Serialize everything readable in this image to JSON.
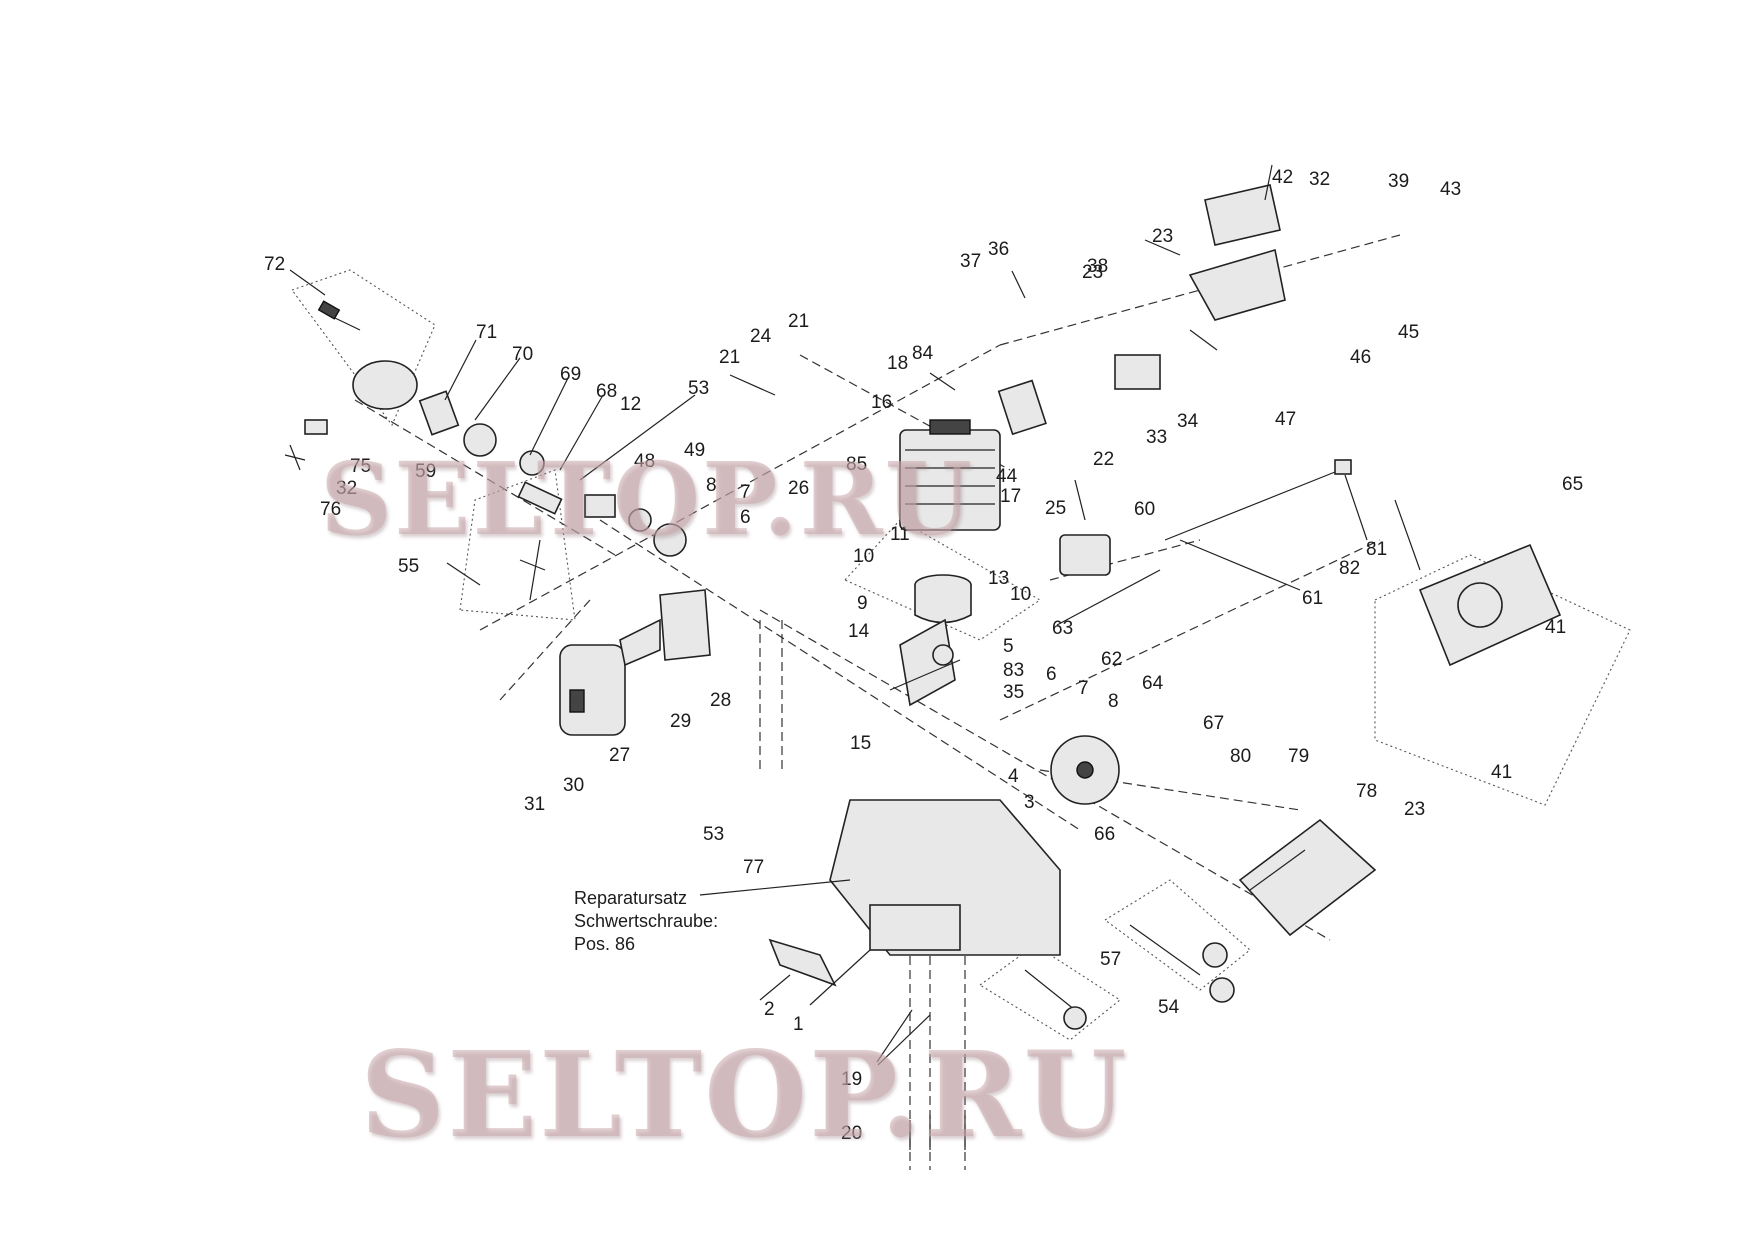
{
  "callouts": [
    {
      "id": "c72",
      "text": "72"
    },
    {
      "id": "c71",
      "text": "71"
    },
    {
      "id": "c70",
      "text": "70"
    },
    {
      "id": "c69",
      "text": "69"
    },
    {
      "id": "c68",
      "text": "68"
    },
    {
      "id": "c12",
      "text": "12"
    },
    {
      "id": "c53a",
      "text": "53"
    },
    {
      "id": "c48",
      "text": "48"
    },
    {
      "id": "c49",
      "text": "49"
    },
    {
      "id": "c8a",
      "text": "8"
    },
    {
      "id": "c7a",
      "text": "7"
    },
    {
      "id": "c6a",
      "text": "6"
    },
    {
      "id": "c75",
      "text": "75"
    },
    {
      "id": "c32a",
      "text": "32"
    },
    {
      "id": "c76",
      "text": "76"
    },
    {
      "id": "c59",
      "text": "59"
    },
    {
      "id": "c55",
      "text": "55"
    },
    {
      "id": "c21a",
      "text": "21"
    },
    {
      "id": "c21b",
      "text": "21"
    },
    {
      "id": "c24",
      "text": "24"
    },
    {
      "id": "c18",
      "text": "18"
    },
    {
      "id": "c84",
      "text": "84"
    },
    {
      "id": "c16",
      "text": "16"
    },
    {
      "id": "c37",
      "text": "37"
    },
    {
      "id": "c36",
      "text": "36"
    },
    {
      "id": "c23a",
      "text": "23"
    },
    {
      "id": "c23b",
      "text": "23"
    },
    {
      "id": "c42",
      "text": "42"
    },
    {
      "id": "c32b",
      "text": "32"
    },
    {
      "id": "c39",
      "text": "39"
    },
    {
      "id": "c43",
      "text": "43"
    },
    {
      "id": "c38",
      "text": "38"
    },
    {
      "id": "c46",
      "text": "46"
    },
    {
      "id": "c45",
      "text": "45"
    },
    {
      "id": "c47",
      "text": "47"
    },
    {
      "id": "c34",
      "text": "34"
    },
    {
      "id": "c33",
      "text": "33"
    },
    {
      "id": "c22",
      "text": "22"
    },
    {
      "id": "c85",
      "text": "85"
    },
    {
      "id": "c26",
      "text": "26"
    },
    {
      "id": "c44",
      "text": "44"
    },
    {
      "id": "c17",
      "text": "17"
    },
    {
      "id": "c25",
      "text": "25"
    },
    {
      "id": "c11",
      "text": "11"
    },
    {
      "id": "c10a",
      "text": "10"
    },
    {
      "id": "c10b",
      "text": "10"
    },
    {
      "id": "c13",
      "text": "13"
    },
    {
      "id": "c9",
      "text": "9"
    },
    {
      "id": "c60",
      "text": "60"
    },
    {
      "id": "c65",
      "text": "65"
    },
    {
      "id": "c81",
      "text": "81"
    },
    {
      "id": "c82",
      "text": "82"
    },
    {
      "id": "c61",
      "text": "61"
    },
    {
      "id": "c63",
      "text": "63"
    },
    {
      "id": "c62",
      "text": "62"
    },
    {
      "id": "c64",
      "text": "64"
    },
    {
      "id": "c41a",
      "text": "41"
    },
    {
      "id": "c41b",
      "text": "41"
    },
    {
      "id": "c14",
      "text": "14"
    },
    {
      "id": "c5",
      "text": "5"
    },
    {
      "id": "c83",
      "text": "83"
    },
    {
      "id": "c35",
      "text": "35"
    },
    {
      "id": "c6b",
      "text": "6"
    },
    {
      "id": "c7b",
      "text": "7"
    },
    {
      "id": "c8b",
      "text": "8"
    },
    {
      "id": "c28",
      "text": "28"
    },
    {
      "id": "c29",
      "text": "29"
    },
    {
      "id": "c27",
      "text": "27"
    },
    {
      "id": "c30",
      "text": "30"
    },
    {
      "id": "c31",
      "text": "31"
    },
    {
      "id": "c15",
      "text": "15"
    },
    {
      "id": "c4",
      "text": "4"
    },
    {
      "id": "c3",
      "text": "3"
    },
    {
      "id": "c67",
      "text": "67"
    },
    {
      "id": "c80",
      "text": "80"
    },
    {
      "id": "c79",
      "text": "79"
    },
    {
      "id": "c78",
      "text": "78"
    },
    {
      "id": "c23c",
      "text": "23"
    },
    {
      "id": "c66",
      "text": "66"
    },
    {
      "id": "c53b",
      "text": "53"
    },
    {
      "id": "c77",
      "text": "77"
    },
    {
      "id": "c57",
      "text": "57"
    },
    {
      "id": "c54",
      "text": "54"
    },
    {
      "id": "c2",
      "text": "2"
    },
    {
      "id": "c1",
      "text": "1"
    },
    {
      "id": "c19",
      "text": "19"
    },
    {
      "id": "c20",
      "text": "20"
    }
  ],
  "note": {
    "line1": "Reparatursatz",
    "line2": "Schwertschraube:",
    "line3": "Pos. 86"
  },
  "watermark": {
    "upper": "SELTOP.RU",
    "lower": "SELTOP.RU"
  }
}
